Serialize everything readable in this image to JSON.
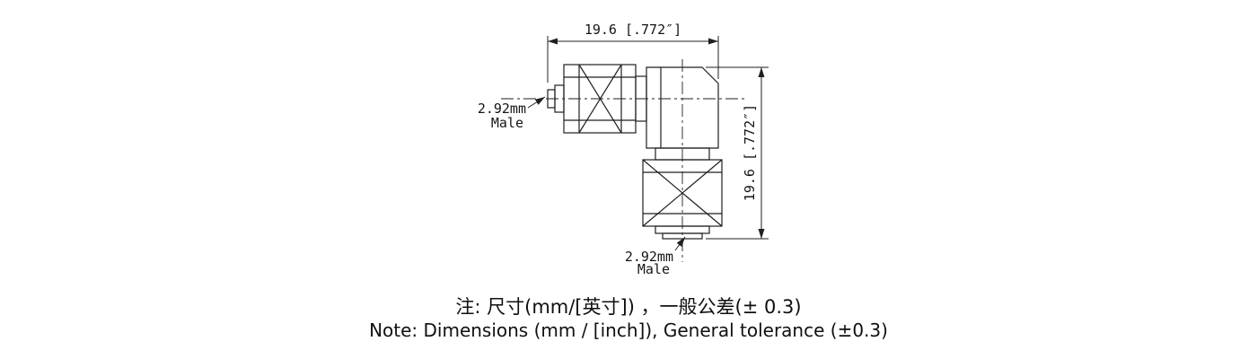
{
  "drawing": {
    "dimensions": {
      "top": "19.6 [.772″]",
      "right": "19.6 [.772″]"
    },
    "labels": {
      "left_connector_line1": "2.92mm",
      "left_connector_line2": "Male",
      "bottom_connector_line1": "2.92mm",
      "bottom_connector_line2": "Male"
    },
    "colors": {
      "line": "#1f1f1f",
      "text": "#151515"
    }
  },
  "notes": {
    "cn": "注: 尺寸(mm/[英寸]) ，一般公差(± 0.3)",
    "en": "Note: Dimensions (mm / [inch]), General tolerance (±0.3)"
  }
}
